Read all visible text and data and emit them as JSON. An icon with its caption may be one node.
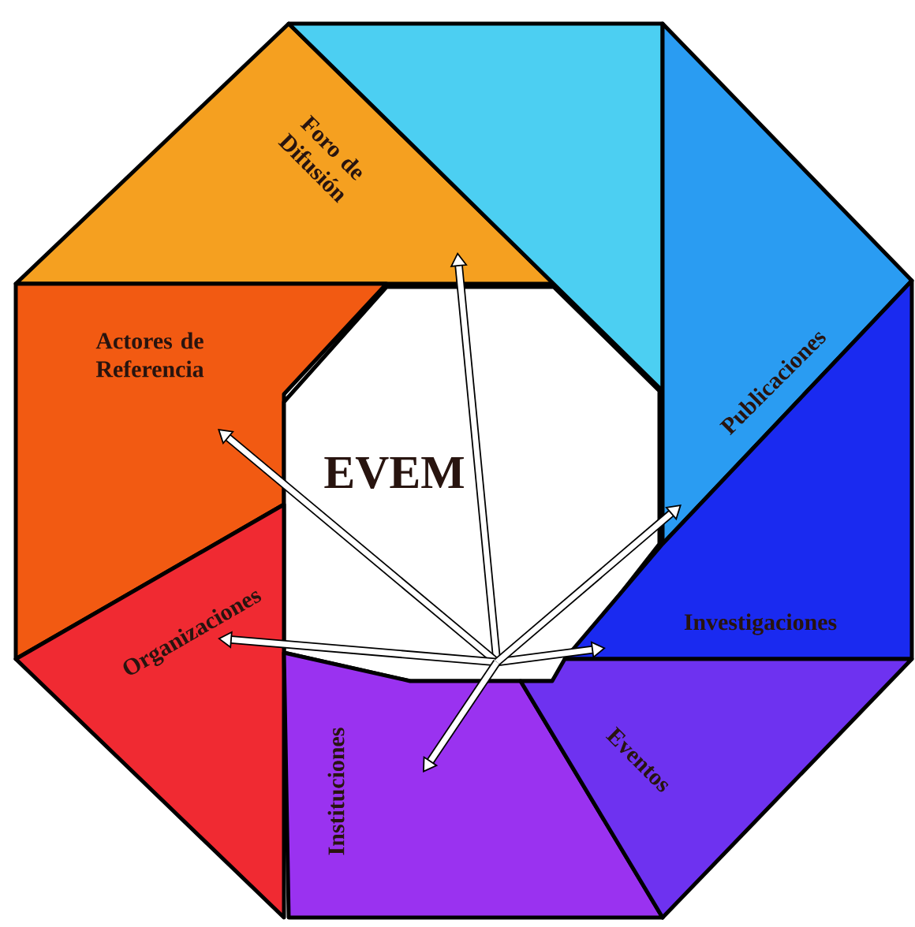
{
  "diagram": {
    "nodes": [
      {
        "text": [
          "Foro de Difusión"
        ]
      },
      {
        "text": [],
        "shape": "box"
      },
      {
        "text": [
          "Publicaciones"
        ]
      },
      {
        "text": [
          "Actores de Referencia"
        ]
      },
      {
        "text": [
          "EVEM"
        ]
      },
      {
        "text": [
          "Organizaciones"
        ]
      },
      {
        "text": [
          "Investigaciones"
        ]
      },
      {
        "text": [
          "Instituciones"
        ]
      },
      {
        "text": [
          "Eventos"
        ]
      }
    ],
    "edges": [
      {
        "from": 4,
        "to": 0,
        "arrow": "to"
      },
      {
        "from": 4,
        "to": 3,
        "arrow": "to"
      },
      {
        "from": 4,
        "to": 5,
        "arrow": "to"
      },
      {
        "from": 4,
        "to": 6,
        "arrow": "to"
      },
      {
        "from": 4,
        "to": 2,
        "arrow": "to"
      },
      {
        "from": 4,
        "to": 7,
        "arrow": "to"
      }
    ]
  }
}
